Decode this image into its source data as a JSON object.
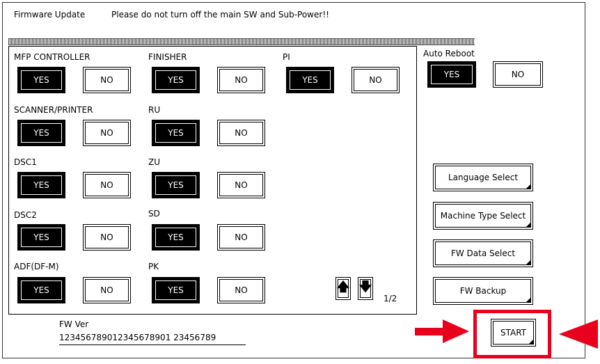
{
  "header": {
    "title": "Firmware Update",
    "warning": "Please do not turn off the main SW and Sub-Power!!"
  },
  "units": [
    {
      "label": "MFP CONTROLLER",
      "yes": "YES",
      "no": "NO",
      "selected": "YES"
    },
    {
      "label": "FINISHER",
      "yes": "YES",
      "no": "NO",
      "selected": "YES"
    },
    {
      "label": "PI",
      "yes": "YES",
      "no": "NO",
      "selected": "YES"
    },
    {
      "label": "SCANNER/PRINTER",
      "yes": "YES",
      "no": "NO",
      "selected": "YES"
    },
    {
      "label": "RU",
      "yes": "YES",
      "no": "NO",
      "selected": "YES"
    },
    {
      "label": "DSC1",
      "yes": "YES",
      "no": "NO",
      "selected": "YES"
    },
    {
      "label": "ZU",
      "yes": "YES",
      "no": "NO",
      "selected": "YES"
    },
    {
      "label": "DSC2",
      "yes": "YES",
      "no": "NO",
      "selected": "YES"
    },
    {
      "label": "SD",
      "yes": "YES",
      "no": "NO",
      "selected": "YES"
    },
    {
      "label": "ADF(DF-M)",
      "yes": "YES",
      "no": "NO",
      "selected": "YES"
    },
    {
      "label": "PK",
      "yes": "YES",
      "no": "NO",
      "selected": "YES"
    }
  ],
  "pager": {
    "up": "up-arrow-icon",
    "down": "down-arrow-icon",
    "page": "1/2"
  },
  "auto_reboot": {
    "label": "Auto Reboot",
    "yes": "YES",
    "no": "NO",
    "selected": "YES"
  },
  "side_buttons": {
    "language": "Language Select",
    "machine_type": "Machine Type Select",
    "fw_data": "FW Data Select",
    "fw_backup": "FW Backup"
  },
  "fw_ver": {
    "label": "FW Ver",
    "value": "123456789012345678901 23456789"
  },
  "start": {
    "label": "START"
  },
  "colors": {
    "highlight": "#e8001c",
    "selected_bg": "#000000"
  }
}
